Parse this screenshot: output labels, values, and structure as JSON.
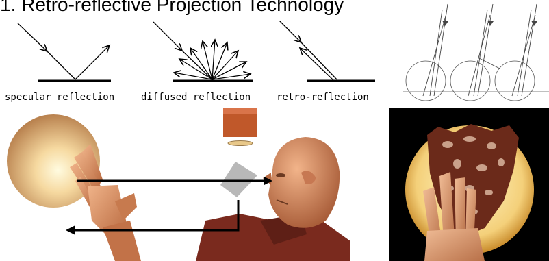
{
  "slide": {
    "title": "1. Retro-reflective Projection Technology"
  },
  "reflection_types": [
    {
      "label": "specular reflection"
    },
    {
      "label": "diffused reflection"
    },
    {
      "label": "retro-reflection"
    }
  ],
  "colors": {
    "projector": "#c0582a",
    "skin": "#d98b5c",
    "sphere": "#f3d9a0",
    "shirt": "#7a2a1e",
    "half_mirror": "#b8b8b8",
    "scene_background": "#000000"
  }
}
